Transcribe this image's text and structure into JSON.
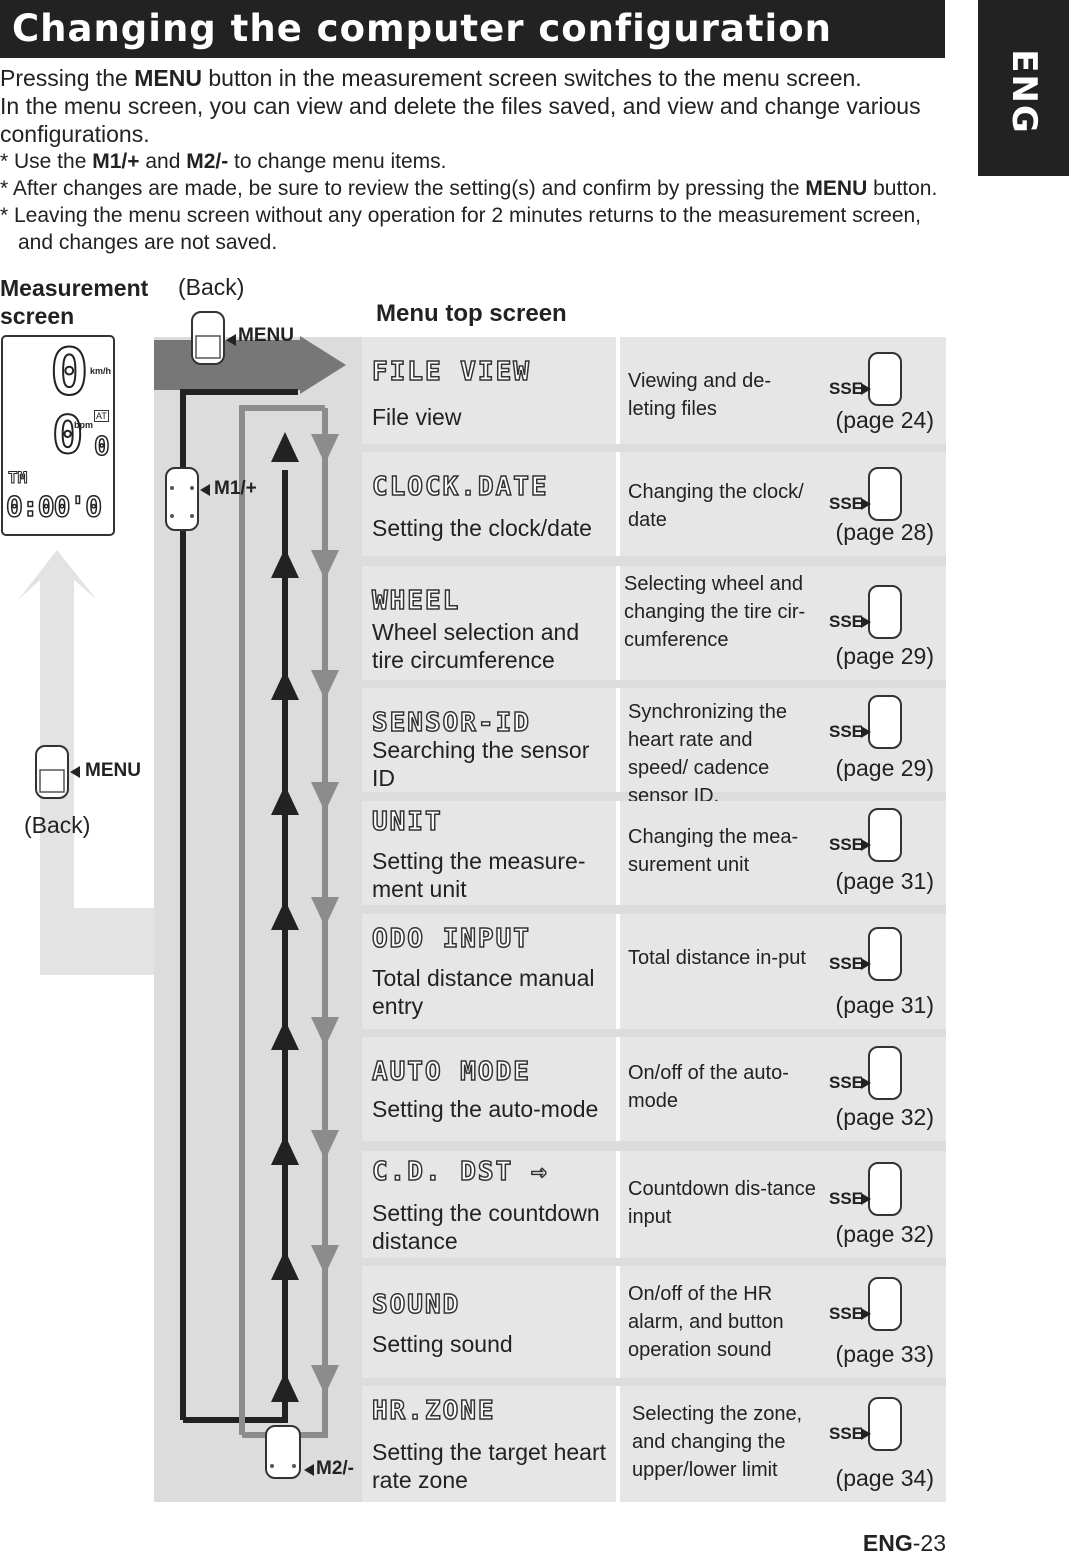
{
  "header": {
    "title": "Changing the computer configuration",
    "lang_tab": "ENG"
  },
  "intro": {
    "line1_pre": "Pressing the ",
    "line1_bold": "MENU",
    "line1_post": " button in the measurement screen switches to the menu screen.",
    "line2": "In the menu screen, you can view and delete the files saved, and view and change various configurations.",
    "note1_pre": "* Use the ",
    "note1_b1": "M1/+",
    "note1_mid": " and ",
    "note1_b2": "M2/-",
    "note1_post": " to change menu items.",
    "note2_pre": "* After changes are made, be sure to review the setting(s) and confirm by pressing the ",
    "note2_bold": "MENU",
    "note2_post": " button.",
    "note3": "* Leaving the menu screen without any operation for 2 minutes returns to the measurement screen, and changes are not saved."
  },
  "diagram": {
    "measurement_label": "Measurement screen",
    "back_top": "(Back)",
    "menu_top_label": "Menu top screen",
    "menu_button": "MENU",
    "m1_button": "M1/+",
    "m2_button": "M2/-",
    "back_left": "(Back)",
    "sse_label": "SSE",
    "lcd": {
      "speed_unit": "km/h",
      "hr_unit": "bpm",
      "at": "AT",
      "digit": "0",
      "tm": "TM",
      "time": "0:00'0"
    }
  },
  "menu_items": [
    {
      "lcd": "FILE VIEW",
      "name": "File view",
      "desc": "Viewing and de-leting files",
      "page": "(page 24)"
    },
    {
      "lcd": "CLOCK.DATE",
      "name": "Setting the clock/date",
      "desc": "Changing the clock/ date",
      "page": "(page 28)"
    },
    {
      "lcd": "WHEEL",
      "name": "Wheel selection and tire circumference",
      "desc": "Selecting wheel and changing the tire cir-cumference",
      "page": "(page 29)"
    },
    {
      "lcd": "SENSOR-ID",
      "name": "Searching the sensor ID",
      "desc": "Synchronizing the heart rate and speed/ cadence sensor ID.",
      "page": "(page 29)"
    },
    {
      "lcd": "UNIT",
      "name": "Setting the measure-ment unit",
      "desc": "Changing the mea-surement unit",
      "page": "(page 31)"
    },
    {
      "lcd": "ODO INPUT",
      "name": "Total distance manual entry",
      "desc": "Total distance in-put",
      "page": "(page 31)"
    },
    {
      "lcd": "AUTO MODE",
      "name": "Setting the auto-mode",
      "desc": "On/off of the auto-mode",
      "page": "(page 32)"
    },
    {
      "lcd": "C.D. DST →",
      "name": "Setting the countdown distance",
      "desc": "Countdown dis-tance input",
      "page": "(page 32)"
    },
    {
      "lcd": "SOUND",
      "name": "Setting sound",
      "desc": "On/off of the HR alarm, and button operation sound",
      "page": "(page 33)"
    },
    {
      "lcd": "HR.ZONE",
      "name": "Setting the target heart rate zone",
      "desc": "Selecting the zone, and changing the upper/lower limit",
      "page": "(page 34)"
    }
  ],
  "footer": {
    "prefix": "ENG",
    "page": "-23"
  }
}
